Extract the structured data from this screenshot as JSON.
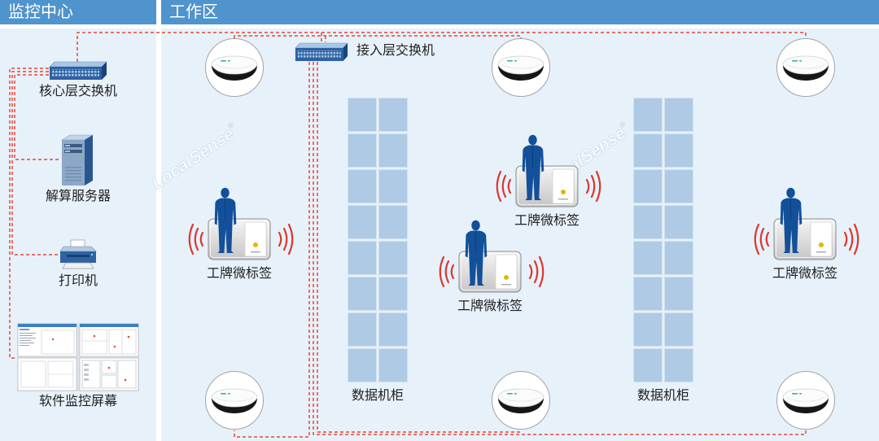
{
  "header": {
    "monitor_title": "监控中心",
    "work_title": "工作区"
  },
  "monitor_center": {
    "core_switch": {
      "label": "核心层交换机",
      "icon": "network-switch-icon"
    },
    "server": {
      "label": "解算服务器",
      "icon": "server-tower-icon"
    },
    "printer": {
      "label": "打印机",
      "icon": "printer-icon"
    },
    "screens": {
      "label": "软件监控屏幕",
      "icon": "monitor-screens-icon"
    }
  },
  "work_area": {
    "access_switch": {
      "label": "接入层交换机",
      "icon": "network-switch-icon"
    },
    "anchor_icon": "uwb-anchor-icon",
    "cabinets": [
      {
        "label": "数据机柜"
      },
      {
        "label": "数据机柜"
      }
    ],
    "tags": [
      {
        "label": "工牌微标签",
        "icon": "badge-tag-icon"
      },
      {
        "label": "工牌微标签",
        "icon": "badge-tag-icon"
      },
      {
        "label": "工牌微标签",
        "icon": "badge-tag-icon"
      },
      {
        "label": "工牌微标签",
        "icon": "badge-tag-icon"
      }
    ],
    "watermarks": [
      {
        "text": "LocalSense",
        "mark": "®"
      },
      {
        "text": "LocalSense",
        "mark": "®"
      }
    ]
  },
  "colors": {
    "header_bg": "#4f94cc",
    "header_text": "#ffffff",
    "panel_bg": "#e7f1fa",
    "cable_line": "#e2483b",
    "person": "#12509a",
    "cabinet_unit": "#aecae4",
    "signal_wave": "#d9382d",
    "tag_led": "#e8b400"
  }
}
